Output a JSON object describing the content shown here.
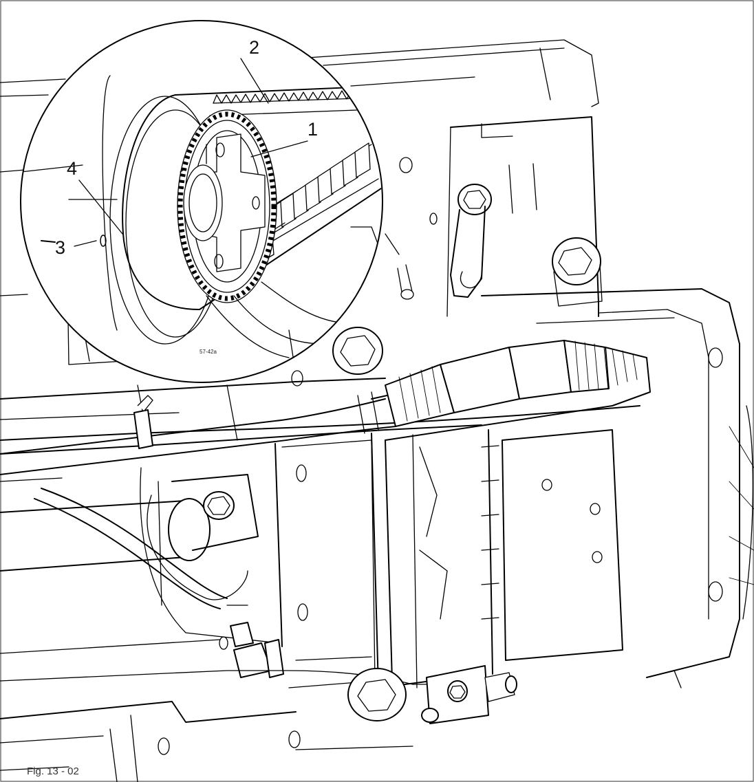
{
  "figure": {
    "caption": "Fig. 13 - 02",
    "drawing_code": "57-42a"
  },
  "callouts": [
    {
      "label": "1"
    },
    {
      "label": "2"
    },
    {
      "label": "3"
    },
    {
      "label": "4"
    }
  ],
  "colors": {
    "line": "#000000",
    "background": "#ffffff",
    "frame": "#555555"
  }
}
